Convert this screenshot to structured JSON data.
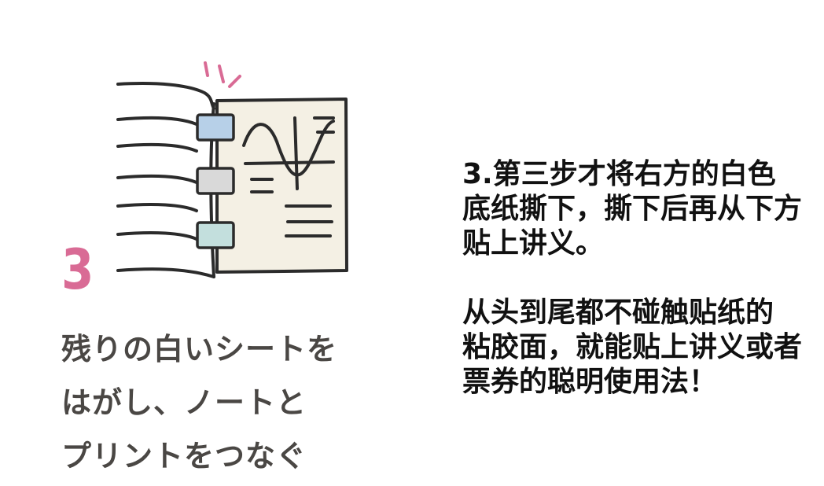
{
  "step": {
    "number": "3",
    "color": "#d96b95"
  },
  "jp_caption": {
    "lines": [
      "残りの白いシートを",
      "はがし、ノートと",
      "プリントをつなぐ"
    ]
  },
  "cn_instructions": {
    "paragraph1": [
      "3.第三步才将右方的白色",
      "底纸撕下，撕下后再从下方",
      "贴上讲义。"
    ],
    "paragraph2": [
      "从头到尾都不碰触贴纸的",
      "粘胶面，就能贴上讲义或者",
      "票券的聪明使用法！"
    ]
  },
  "illustration": {
    "tab_colors": [
      "#b7d0e8",
      "#d9d9d9",
      "#c3dfdd"
    ],
    "sheet_color": "#f4f0e4",
    "line_color": "#2b2b2b",
    "accent_color": "#d96b95"
  }
}
